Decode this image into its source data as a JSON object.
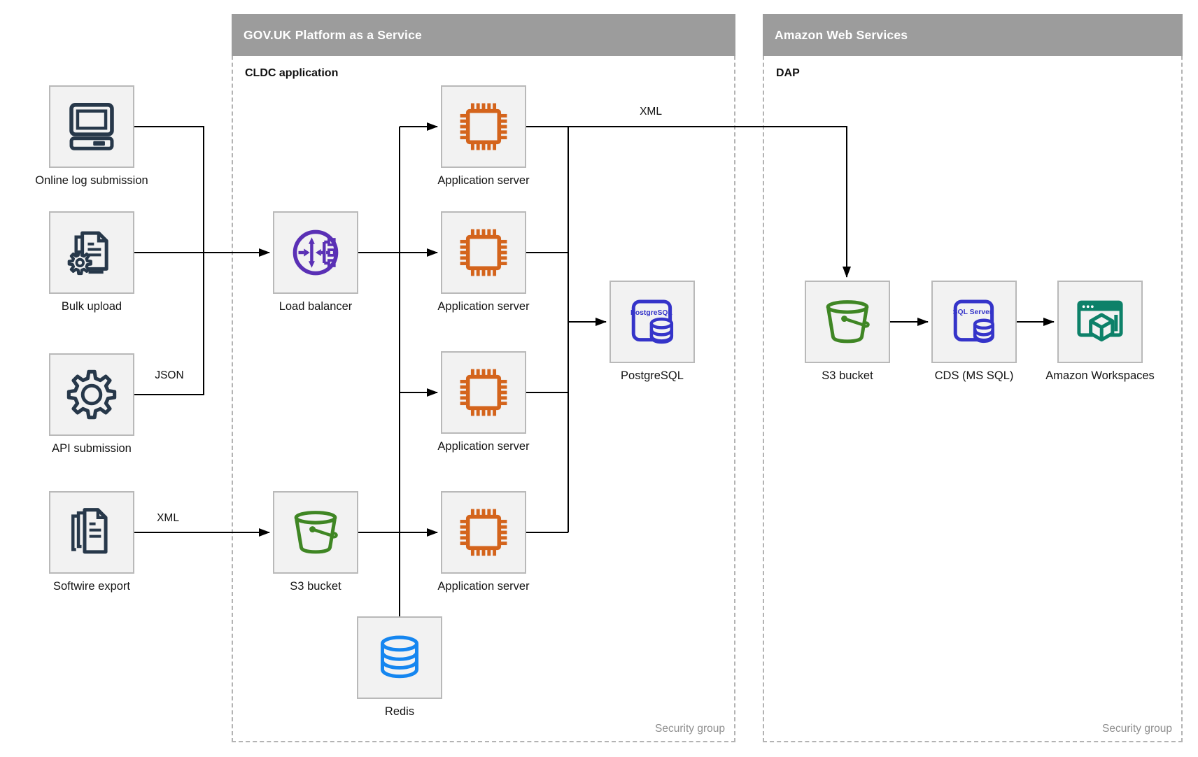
{
  "diagram": {
    "containers": [
      {
        "id": "govuk-paas",
        "title": "GOV.UK Platform as a Service",
        "sublabel": "CLDC application",
        "footer_label": "Security group"
      },
      {
        "id": "aws",
        "title": "Amazon Web Services",
        "sublabel": "DAP",
        "footer_label": "Security group"
      }
    ],
    "nodes": [
      {
        "id": "online-log-submission",
        "label": "Online log submission",
        "icon": "computer-icon"
      },
      {
        "id": "bulk-upload",
        "label": "Bulk upload",
        "icon": "document-gear-icon"
      },
      {
        "id": "api-submission",
        "label": "API submission",
        "icon": "gear-icon"
      },
      {
        "id": "softwire-export",
        "label": "Softwire export",
        "icon": "stacked-documents-icon"
      },
      {
        "id": "load-balancer",
        "label": "Load balancer",
        "icon": "load-balancer-icon"
      },
      {
        "id": "app-server-1",
        "label": "Application server",
        "icon": "processor-chip-icon"
      },
      {
        "id": "app-server-2",
        "label": "Application server",
        "icon": "processor-chip-icon"
      },
      {
        "id": "app-server-3",
        "label": "Application server",
        "icon": "processor-chip-icon"
      },
      {
        "id": "app-server-4",
        "label": "Application server",
        "icon": "processor-chip-icon"
      },
      {
        "id": "postgresql",
        "label": "PostgreSQL",
        "icon": "postgresql-icon"
      },
      {
        "id": "s3-bucket-paas",
        "label": "S3 bucket",
        "icon": "s3-bucket-icon"
      },
      {
        "id": "redis",
        "label": "Redis",
        "icon": "database-cylinder-icon"
      },
      {
        "id": "s3-bucket-aws",
        "label": "S3 bucket",
        "icon": "s3-bucket-icon"
      },
      {
        "id": "cds-ms-sql",
        "label": "CDS (MS SQL)",
        "icon": "sql-server-icon"
      },
      {
        "id": "amazon-workspaces",
        "label": "Amazon Workspaces",
        "icon": "workspaces-icon"
      }
    ],
    "edge_labels": [
      {
        "id": "json-label",
        "text": "JSON"
      },
      {
        "id": "xml-softwire-label",
        "text": "XML"
      },
      {
        "id": "xml-app-to-aws-label",
        "text": "XML"
      }
    ],
    "icon_texts": {
      "postgresql": "PostgreSQL",
      "sql_server": "SQL Server"
    },
    "colors": {
      "container_header_bg": "#9c9c9c",
      "container_header_text": "#ffffff",
      "container_border": "#b3b3b3",
      "node_box_bg": "#f2f2f2",
      "node_box_border": "#b9b9b9",
      "connector": "#000000",
      "label_text": "#141414",
      "security_label_text": "#8e8e8e",
      "dark_navy": "#27384a",
      "purple": "#5a30b5",
      "orange": "#d4641c",
      "indigo": "#3534c9",
      "green": "#3f8624",
      "blue": "#1586f0",
      "teal": "#0d8169"
    }
  }
}
